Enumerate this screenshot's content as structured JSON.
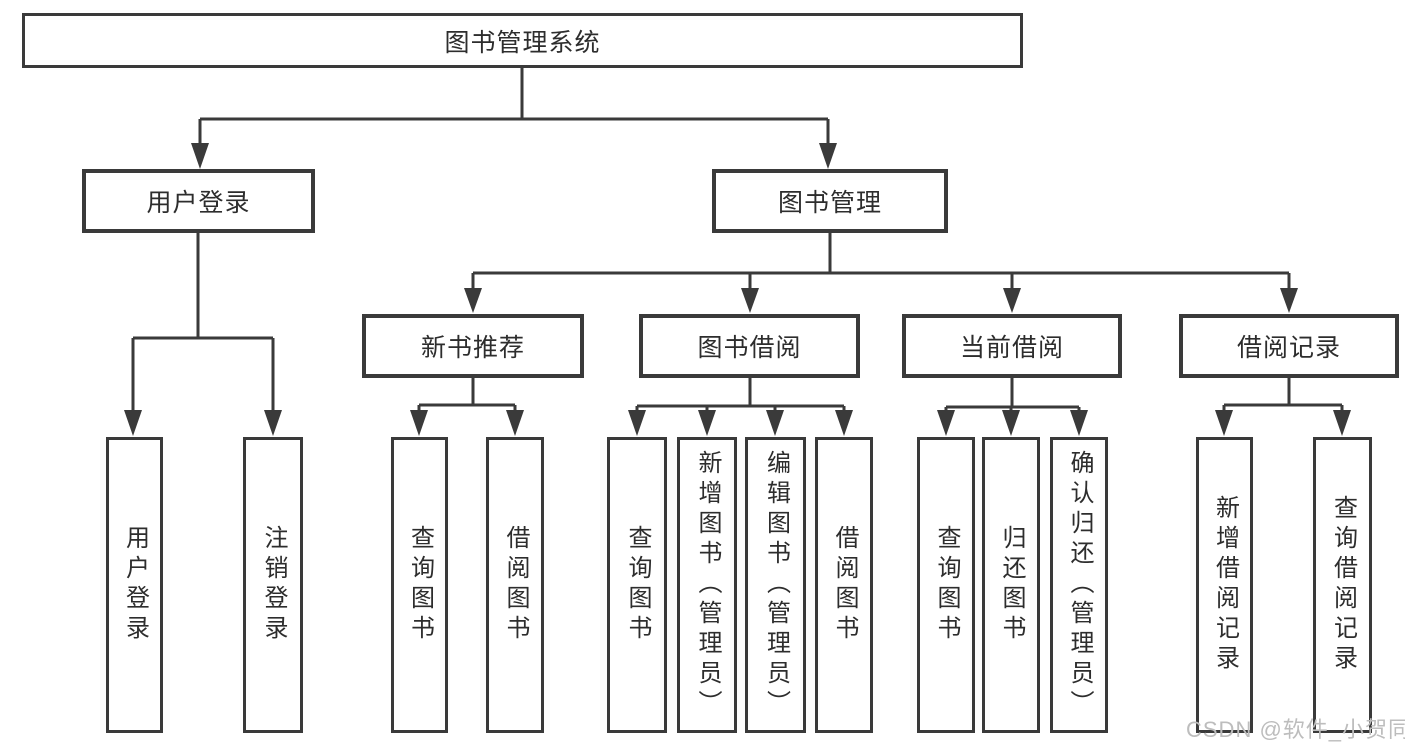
{
  "tree": {
    "label": "图书管理系统",
    "children": [
      {
        "label": "用户登录",
        "children": [
          {
            "label": "用户登录"
          },
          {
            "label": "注销登录"
          }
        ]
      },
      {
        "label": "图书管理",
        "children": [
          {
            "label": "新书推荐",
            "children": [
              {
                "label": "查询图书"
              },
              {
                "label": "借阅图书"
              }
            ]
          },
          {
            "label": "图书借阅",
            "children": [
              {
                "label": "查询图书"
              },
              {
                "label": "新增图书（管理员）"
              },
              {
                "label": "编辑图书（管理员）"
              },
              {
                "label": "借阅图书"
              }
            ]
          },
          {
            "label": "当前借阅",
            "children": [
              {
                "label": "查询图书"
              },
              {
                "label": "归还图书"
              },
              {
                "label": "确认归还（管理员）"
              }
            ]
          },
          {
            "label": "借阅记录",
            "children": [
              {
                "label": "新增借阅记录"
              },
              {
                "label": "查询借阅记录"
              }
            ]
          }
        ]
      }
    ]
  },
  "watermark": {
    "text": "CSDN @软件_小贺同学",
    "color": "#bdbdbd"
  },
  "colors": {
    "line": "#3a3a3a",
    "text": "#2d2d2d",
    "background": "#ffffff"
  }
}
